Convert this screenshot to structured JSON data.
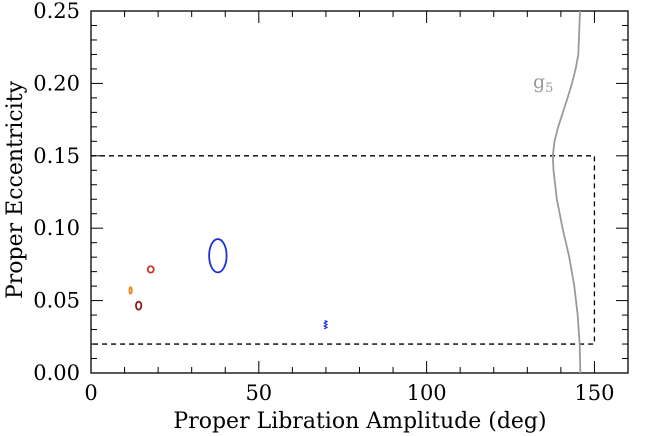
{
  "chart_data": {
    "type": "scatter",
    "xlabel": "Proper Libration Amplitude (deg)",
    "ylabel": "Proper Eccentricity",
    "xlim": [
      0,
      160
    ],
    "ylim": [
      0,
      0.25
    ],
    "x_ticks": [
      0,
      50,
      100,
      150
    ],
    "x_tick_labels": [
      "0",
      "50",
      "100",
      "150"
    ],
    "y_ticks": [
      0.0,
      0.05,
      0.1,
      0.15,
      0.2,
      0.25
    ],
    "y_tick_labels": [
      "0.00",
      "0.05",
      "0.10",
      "0.15",
      "0.20",
      "0.25"
    ],
    "grid": false,
    "region_box": {
      "style": "dashed",
      "color": "#000000",
      "x": [
        0,
        150
      ],
      "y": [
        0.02,
        0.15
      ]
    },
    "series": [
      {
        "type": "ellipse",
        "color": "#1f2fd6",
        "cx": 37.8,
        "cy": 0.081,
        "rx": 2.6,
        "ry": 0.0115
      },
      {
        "type": "ellipse",
        "color": "#c0392b",
        "cx": 17.8,
        "cy": 0.0715,
        "rx": 0.9,
        "ry": 0.0022
      },
      {
        "type": "ellipse",
        "color": "#8b1a1a",
        "cx": 14.2,
        "cy": 0.0465,
        "rx": 0.8,
        "ry": 0.0028
      },
      {
        "type": "ellipse",
        "color": "#f08a1e",
        "cx": 11.8,
        "cy": 0.057,
        "rx": 0.35,
        "ry": 0.0022
      },
      {
        "type": "squiggle",
        "color": "#1f2fd6",
        "x": [
          69.5,
          70.3,
          69.5,
          70.3,
          69.5,
          70.3,
          69.6
        ],
        "y": [
          0.0305,
          0.0315,
          0.0325,
          0.0335,
          0.0345,
          0.0355,
          0.0362
        ]
      },
      {
        "type": "line",
        "name": "g",
        "name_subscript": "5",
        "color": "#9a9a9a",
        "x": [
          145.8,
          145.6,
          145.0,
          144.0,
          142.5,
          140.5,
          138.8,
          137.8,
          137.6,
          138.1,
          139.2,
          140.6,
          142.0,
          143.3,
          144.4,
          145.2,
          145.7
        ],
        "y": [
          0.0,
          0.02,
          0.04,
          0.06,
          0.08,
          0.1,
          0.12,
          0.14,
          0.15,
          0.16,
          0.17,
          0.18,
          0.19,
          0.2,
          0.21,
          0.22,
          0.25
        ]
      }
    ]
  }
}
